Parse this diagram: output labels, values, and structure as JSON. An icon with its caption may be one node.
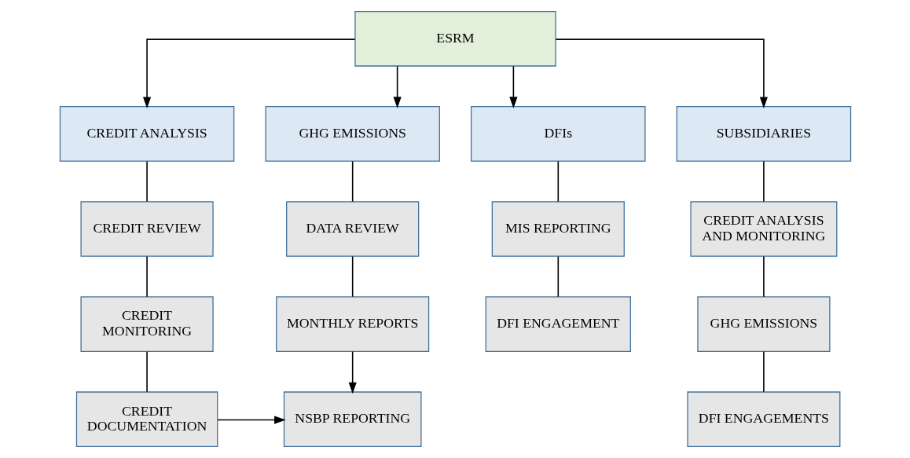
{
  "diagram": {
    "nodes": [
      {
        "text": [
          "ESRM"
        ]
      },
      {
        "text": [
          "CREDIT ANALYSIS"
        ]
      },
      {
        "text": [
          "GHG EMISSIONS"
        ]
      },
      {
        "text": [
          "DFIs"
        ]
      },
      {
        "text": [
          "SUBSIDIARIES"
        ]
      },
      {
        "text": [
          "CREDIT REVIEW"
        ]
      },
      {
        "text": [
          "DATA REVIEW"
        ]
      },
      {
        "text": [
          "MIS REPORTING"
        ]
      },
      {
        "text": [
          "CREDIT ANALYSIS AND MONITORING"
        ]
      },
      {
        "text": [
          "CREDIT MONITORING"
        ]
      },
      {
        "text": [
          "MONTHLY REPORTS"
        ]
      },
      {
        "text": [
          "DFI ENGAGEMENT"
        ]
      },
      {
        "text": [
          "GHG EMISSIONS"
        ]
      },
      {
        "text": [
          "CREDIT DOCUMENTATION"
        ]
      },
      {
        "text": [
          "NSBP REPORTING"
        ]
      },
      {
        "text": [
          "DFI ENGAGEMENTS"
        ]
      }
    ],
    "edges": [
      {
        "from": 0,
        "to": 1,
        "arrow": "to"
      },
      {
        "from": 0,
        "to": 2,
        "arrow": "to"
      },
      {
        "from": 0,
        "to": 3,
        "arrow": "to"
      },
      {
        "from": 0,
        "to": 4,
        "arrow": "to"
      },
      {
        "from": 1,
        "to": 5,
        "arrow": "none"
      },
      {
        "from": 5,
        "to": 9,
        "arrow": "none"
      },
      {
        "from": 9,
        "to": 13,
        "arrow": "none"
      },
      {
        "from": 2,
        "to": 6,
        "arrow": "none"
      },
      {
        "from": 6,
        "to": 10,
        "arrow": "none"
      },
      {
        "from": 10,
        "to": 14,
        "arrow": "to"
      },
      {
        "from": 13,
        "to": 14,
        "arrow": "to"
      },
      {
        "from": 3,
        "to": 7,
        "arrow": "none"
      },
      {
        "from": 7,
        "to": 11,
        "arrow": "none"
      },
      {
        "from": 4,
        "to": 8,
        "arrow": "none"
      },
      {
        "from": 8,
        "to": 12,
        "arrow": "none"
      },
      {
        "from": 12,
        "to": 15,
        "arrow": "none"
      }
    ]
  }
}
